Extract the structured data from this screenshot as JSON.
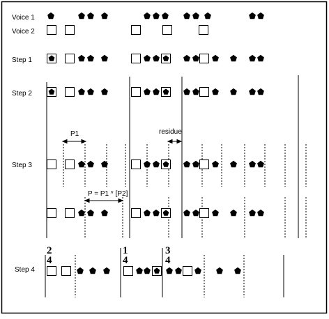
{
  "rows": {
    "voice1": "Voice 1",
    "voice2": "Voice 2",
    "step1": "Step 1",
    "step2": "Step 2",
    "step3": "Step 3",
    "step4": "Step 4"
  },
  "annotations": {
    "p1": "P1",
    "residue": "residue",
    "p_formula": "P = P1 * [P2]"
  },
  "time_signatures": [
    {
      "num": "2",
      "den": "4"
    },
    {
      "num": "1",
      "den": "4"
    },
    {
      "num": "3",
      "den": "4"
    }
  ],
  "symbols": {
    "onset": "filled pentagon = voice 1 onset",
    "box": "square = voice 2 onset",
    "both": "boxed pentagon = coincident onset"
  }
}
